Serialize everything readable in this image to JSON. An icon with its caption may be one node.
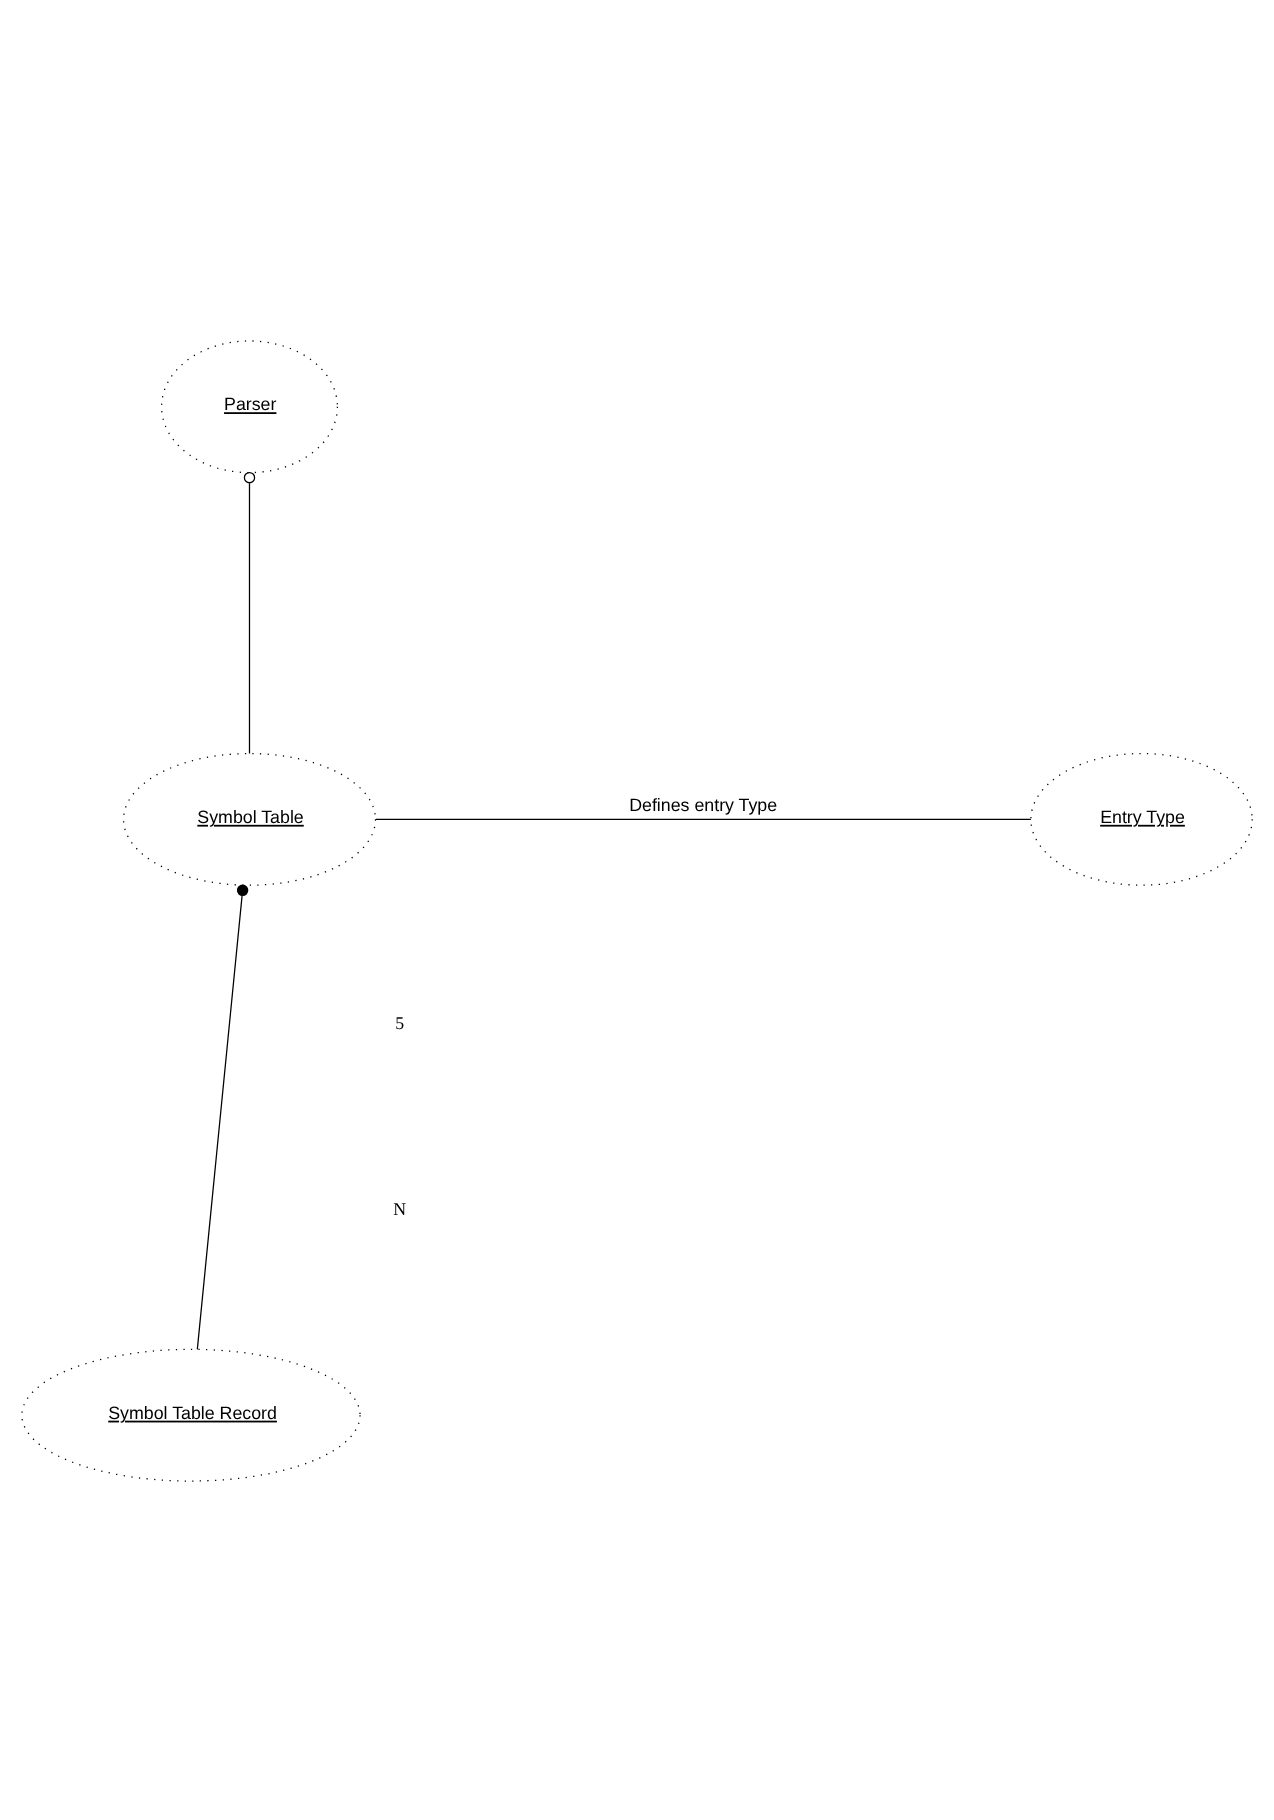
{
  "diagram": {
    "nodes": [
      {
        "text": [
          "Parser"
        ]
      },
      {
        "text": [
          "Symbol Table"
        ]
      },
      {
        "text": [
          "Entry Type"
        ]
      },
      {
        "text": [
          "Symbol Table Record"
        ]
      }
    ],
    "edges": [
      {
        "from": 0,
        "to": 1,
        "arrow": "other"
      },
      {
        "from": 1,
        "to": 2,
        "arrow": "none",
        "label": "Defines entry Type"
      },
      {
        "from": 1,
        "to": 3,
        "arrow": "other"
      }
    ],
    "labels": [
      "5",
      "N"
    ]
  }
}
